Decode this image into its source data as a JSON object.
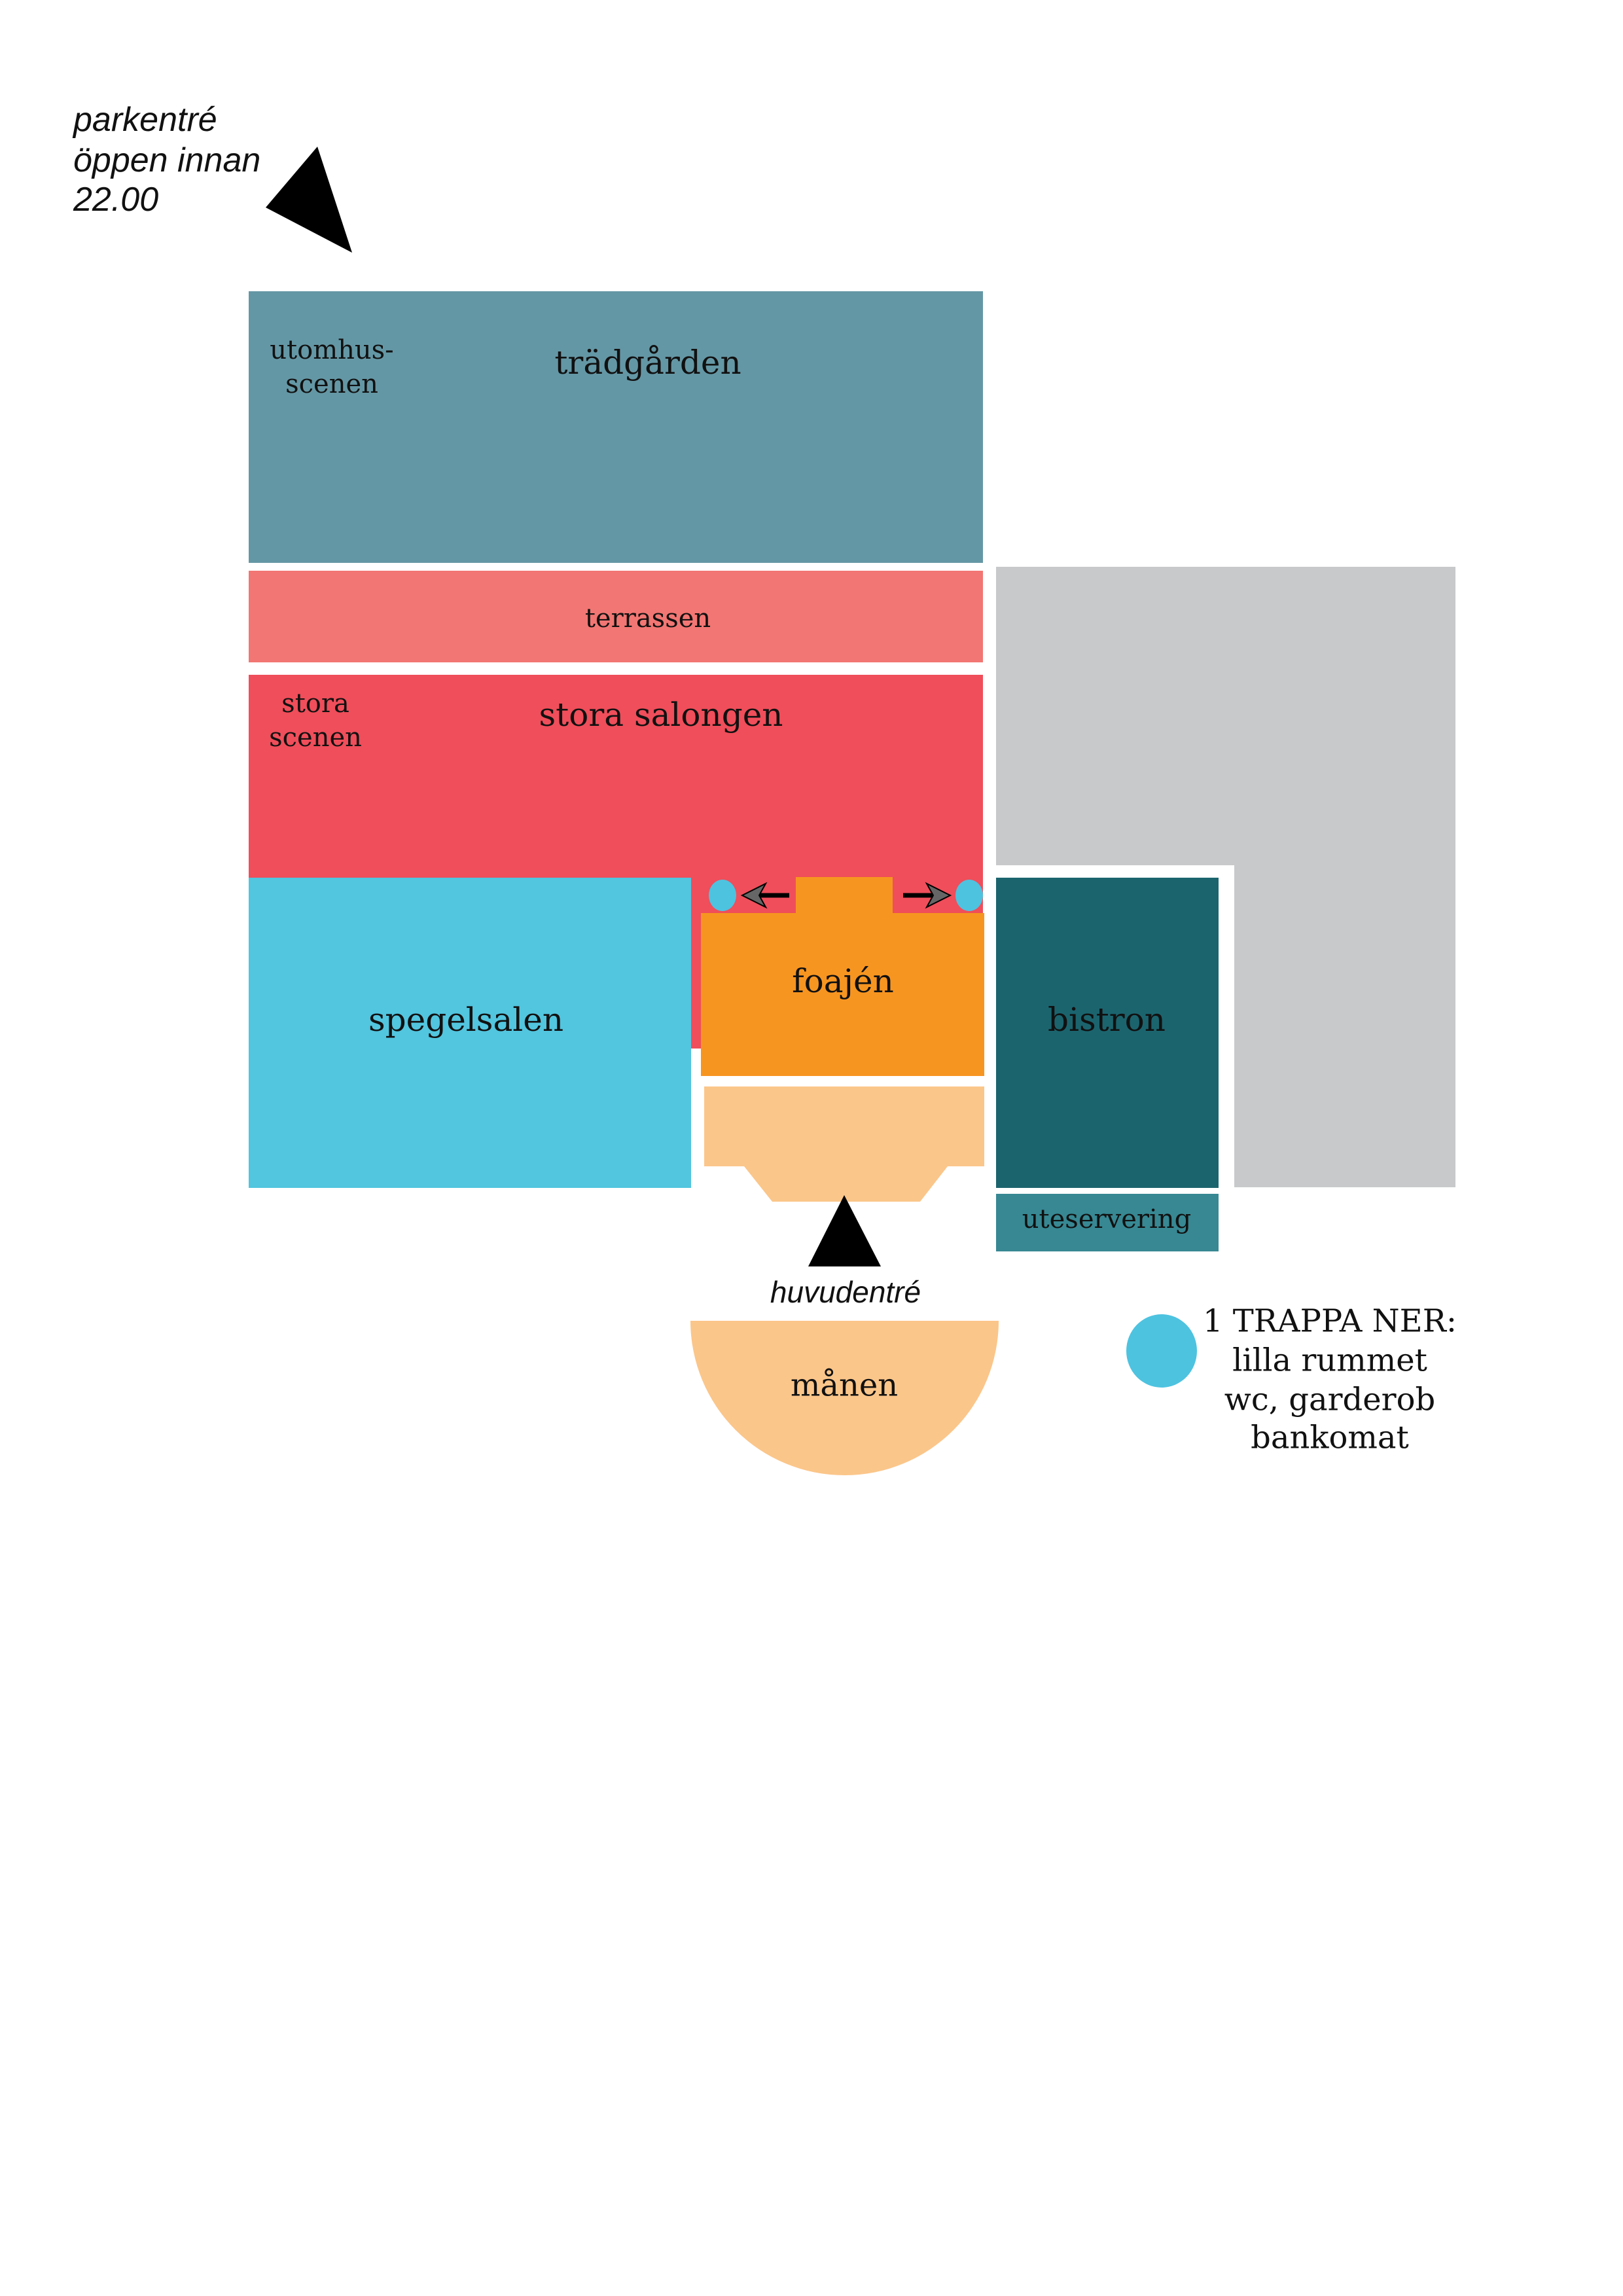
{
  "park_entrance": {
    "line1": "parkentré",
    "line2": "öppen innan",
    "line3": "22.00"
  },
  "rooms": {
    "tradgarden": "trädgården",
    "utomhus_line1": "utomhus-",
    "utomhus_line2": "scenen",
    "terrassen": "terrassen",
    "stora_salongen": "stora salongen",
    "stora_scenen_line1": "stora",
    "stora_scenen_line2": "scenen",
    "spegelsalen": "spegelsalen",
    "foajen": "foajén",
    "bistron": "bistron",
    "uteservering": "uteservering",
    "manen": "månen"
  },
  "main_entrance": "huvudentré",
  "legend": {
    "line1": "1 TRAPPA NER:",
    "line2": "lilla rummet",
    "line3": "wc, garderob",
    "line4": "bankomat"
  },
  "colors": {
    "tradgarden": "#6497a5",
    "terrassen": "#f27673",
    "stora_salongen": "#ef4e5a",
    "gray": "#c8c9cb",
    "spegelsalen": "#52c5df",
    "foajen": "#f79521",
    "entrance_hall": "#fbc68a",
    "bistron": "#1b646e",
    "uteservering": "#378893",
    "stairs_dot": "#4dc3e0"
  }
}
